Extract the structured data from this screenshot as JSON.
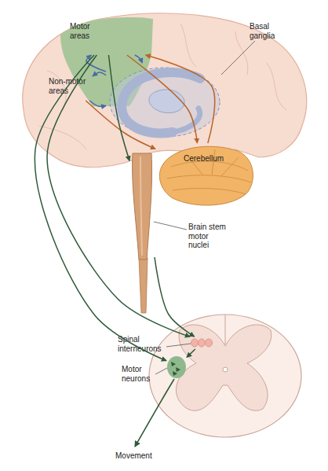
{
  "diagram": {
    "nodes": [
      {
        "text": [
          "Motor areas"
        ]
      },
      {
        "text": [
          "Non-motor areas"
        ]
      },
      {
        "text": [
          "Basal ganglia"
        ]
      },
      {
        "text": [
          "Cerebellum"
        ]
      },
      {
        "text": [
          "Brain stem motor nuclei"
        ]
      },
      {
        "text": [
          "Spinal interneurons"
        ]
      },
      {
        "text": [
          "Motor neurons"
        ]
      }
    ],
    "edges": [
      {
        "from": 0,
        "to": 2,
        "arrow": "to"
      },
      {
        "from": 2,
        "to": 0,
        "arrow": "to"
      },
      {
        "from": 1,
        "to": 2,
        "arrow": "to"
      },
      {
        "from": 2,
        "to": 1,
        "arrow": "to"
      },
      {
        "from": 0,
        "to": 3,
        "arrow": "to"
      },
      {
        "from": 1,
        "to": 3,
        "arrow": "to"
      },
      {
        "from": 3,
        "to": 0,
        "arrow": "to"
      },
      {
        "from": 0,
        "to": 4,
        "arrow": "to"
      },
      {
        "from": 0,
        "to": 5,
        "arrow": "to"
      },
      {
        "from": 0,
        "to": 6,
        "arrow": "to"
      },
      {
        "from": 4,
        "to": 5,
        "arrow": "to"
      },
      {
        "from": 5,
        "to": 6,
        "arrow": "to"
      }
    ],
    "labels": [
      "Movement"
    ]
  }
}
